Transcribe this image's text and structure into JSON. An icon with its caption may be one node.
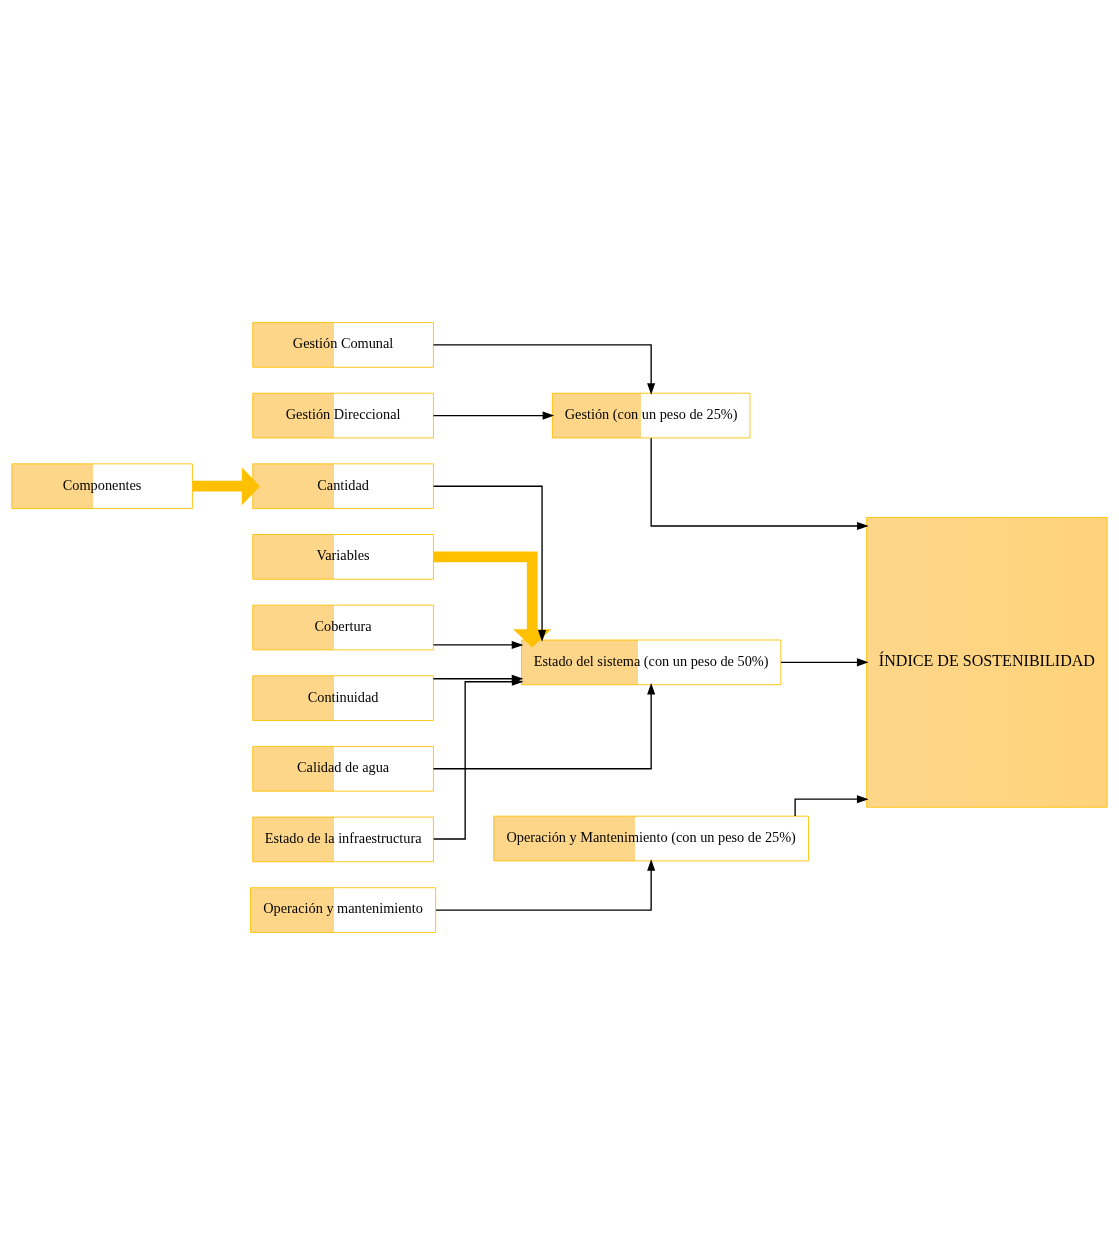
{
  "diagram": {
    "nodes": [
      {
        "text": [
          "Componentes"
        ]
      },
      {
        "text": [
          "Variables"
        ]
      },
      {
        "text": [
          "Cantidad"
        ]
      },
      {
        "text": [
          "Cobertura"
        ]
      },
      {
        "text": [
          "Continuidad"
        ]
      },
      {
        "text": [
          "Calidad de agua"
        ]
      },
      {
        "text": [
          "Estado de la infraestructura"
        ]
      },
      {
        "text": [
          "Estado del sistema (con un peso de 50%)"
        ]
      },
      {
        "text": [
          "Gestión Comunal"
        ]
      },
      {
        "text": [
          "Gestión Direccional"
        ]
      },
      {
        "text": [
          "Gestión (con un peso de 25%)"
        ]
      },
      {
        "text": [
          "Operación y mantenimiento"
        ]
      },
      {
        "text": [
          "Operación y Mantenimiento (con un peso de 25%)"
        ]
      },
      {
        "text": [
          "ÍNDICE DE SOSTENIBILIDAD"
        ]
      }
    ],
    "edges": [
      {
        "from": 0,
        "to": 2,
        "arrow": "to",
        "style": "thick",
        "color": "#ffc000"
      },
      {
        "from": 1,
        "to": 7,
        "arrow": "to",
        "style": "thick",
        "color": "#ffc000"
      },
      {
        "from": 2,
        "to": 7,
        "arrow": "to"
      },
      {
        "from": 3,
        "to": 7,
        "arrow": "to"
      },
      {
        "from": 4,
        "to": 7,
        "arrow": "to"
      },
      {
        "from": 5,
        "to": 7,
        "arrow": "to"
      },
      {
        "from": 6,
        "to": 7,
        "arrow": "to"
      },
      {
        "from": 8,
        "to": 10,
        "arrow": "to"
      },
      {
        "from": 9,
        "to": 10,
        "arrow": "to"
      },
      {
        "from": 11,
        "to": 12,
        "arrow": "to"
      },
      {
        "from": 7,
        "to": 13,
        "arrow": "to"
      },
      {
        "from": 10,
        "to": 13,
        "arrow": "to"
      },
      {
        "from": 12,
        "to": 13,
        "arrow": "to"
      }
    ]
  }
}
